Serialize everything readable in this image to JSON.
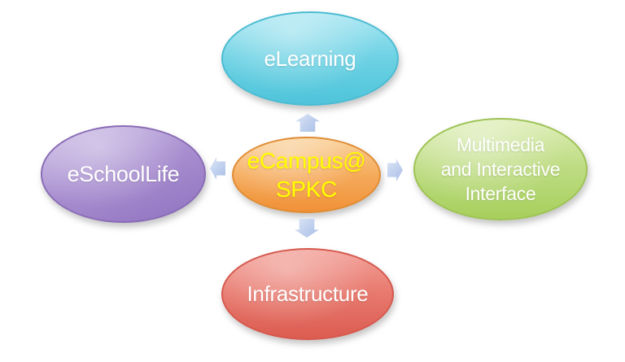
{
  "diagram": {
    "background": "#ffffff",
    "center_node": {
      "line1": "eCampus@",
      "line2": "SPKC",
      "text_color": "#ffff00",
      "fill_light": "#f9cf96",
      "fill_dark": "#f09138",
      "border_color": "#e08c33"
    },
    "nodes": {
      "top": {
        "label": "eLearning",
        "text_color": "#ffffff",
        "fill_light": "#a9e6f2",
        "fill_dark": "#4fc4da",
        "border_color": "#4cbcd2"
      },
      "left": {
        "label": "eSchoolLife",
        "text_color": "#ffffff",
        "fill_light": "#c9b9e4",
        "fill_dark": "#8f72bf",
        "border_color": "#8a6cb6"
      },
      "right": {
        "line1": "Multimedia",
        "line2": "and Interactive",
        "line3": "Interface",
        "text_color": "#ffffff",
        "fill_light": "#dcedb3",
        "fill_dark": "#a7cf5c",
        "border_color": "#9dc355"
      },
      "bottom": {
        "label": "Infrastructure",
        "text_color": "#ffffff",
        "fill_light": "#f2a098",
        "fill_dark": "#dc5c51",
        "border_color": "#d6584d"
      }
    },
    "arrows": {
      "fill_light": "#dce5f5",
      "fill_dark": "#aabfe5",
      "directions": [
        "up",
        "left",
        "right",
        "down"
      ]
    }
  }
}
